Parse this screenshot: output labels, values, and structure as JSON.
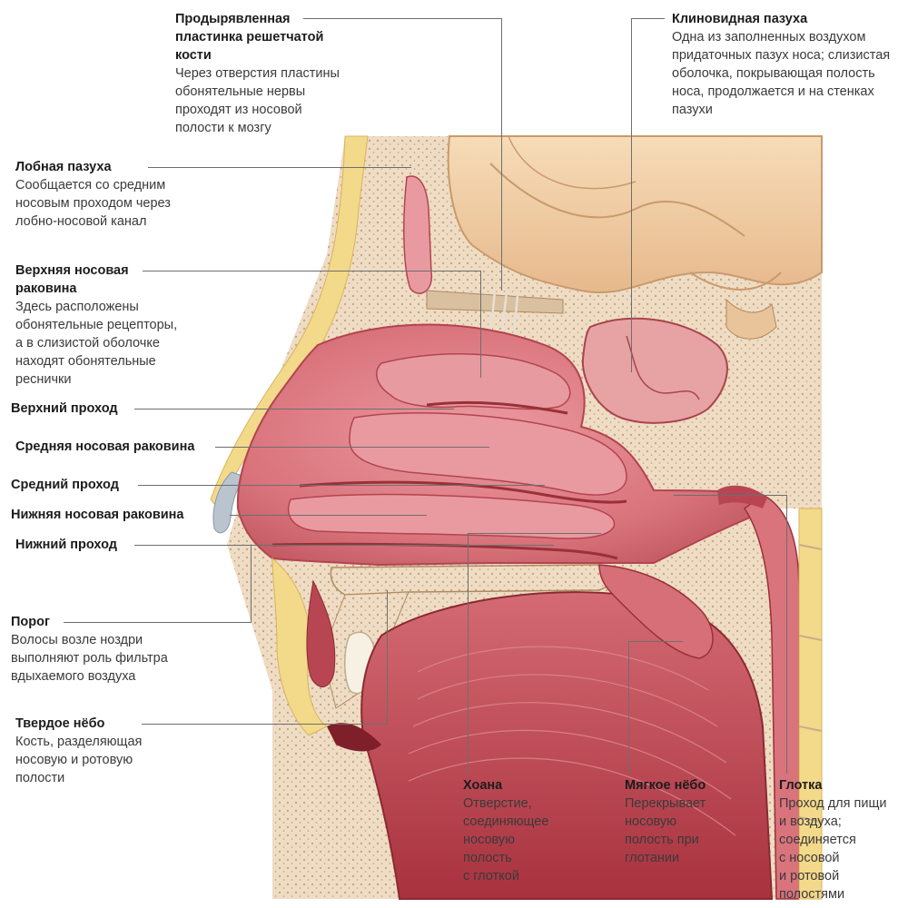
{
  "labels": {
    "cribriform": {
      "title": [
        "Продырявленная",
        "пластинка решетчатой",
        "кости"
      ],
      "desc": [
        "Через отверстия пластины",
        "обонятельные нервы",
        "проходят из носовой",
        "полости к мозгу"
      ]
    },
    "sphenoid": {
      "title": [
        "Клиновидная пазуха"
      ],
      "desc": [
        "Одна из заполненных воздухом",
        "придаточных пазух носа; слизистая",
        "оболочка, покрывающая полость",
        "носа, продолжается и на стенках",
        "пазухи"
      ]
    },
    "frontal": {
      "title": [
        "Лобная пазуха"
      ],
      "desc": [
        "Сообщается со средним",
        "носовым проходом через",
        "лобно-носовой канал"
      ]
    },
    "superior_concha": {
      "title": [
        "Верхняя носовая",
        "раковина"
      ],
      "desc": [
        "Здесь расположены",
        "обонятельные рецепторы,",
        "а в слизистой оболочке",
        "находят обонятельные",
        "реснички"
      ]
    },
    "superior_meatus": {
      "title": [
        "Верхний проход"
      ]
    },
    "middle_concha": {
      "title": [
        "Средняя носовая раковина"
      ]
    },
    "middle_meatus": {
      "title": [
        "Средний проход"
      ]
    },
    "inferior_concha": {
      "title": [
        "Нижняя носовая раковина"
      ]
    },
    "inferior_meatus": {
      "title": [
        "Нижний проход"
      ]
    },
    "vestibule": {
      "title": [
        "Порог"
      ],
      "desc": [
        "Волосы возле ноздри",
        "выполняют роль фильтра",
        "вдыхаемого воздуха"
      ]
    },
    "hard_palate": {
      "title": [
        "Твердое нёбо"
      ],
      "desc": [
        "Кость, разделяющая",
        "носовую и ротовую",
        "полости"
      ]
    },
    "choana": {
      "title": [
        "Хоана"
      ],
      "desc": [
        "Отверстие,",
        "соединяющее",
        "носовую",
        "полость",
        "с глоткой"
      ]
    },
    "soft_palate": {
      "title": [
        "Мягкое нёбо"
      ],
      "desc": [
        "Перекрывает",
        "носовую",
        "полость при",
        "глотании"
      ]
    },
    "pharynx": {
      "title": [
        "Глотка"
      ],
      "desc": [
        "Проход для пищи",
        "и воздуха;",
        "соединяется",
        "с носовой",
        "и ротовой",
        "полостями"
      ]
    }
  },
  "colors": {
    "mucosa": "#d9737c",
    "mucosa_light": "#e89aa0",
    "mucosa_dark": "#b2444f",
    "bone": "#efdcc4",
    "bone_dots": "#c9ad8c",
    "brain": "#f0cfa6",
    "skin_fat": "#f3d98a",
    "cartilage": "#b9c4cf",
    "leader": "#6e6e6e"
  }
}
